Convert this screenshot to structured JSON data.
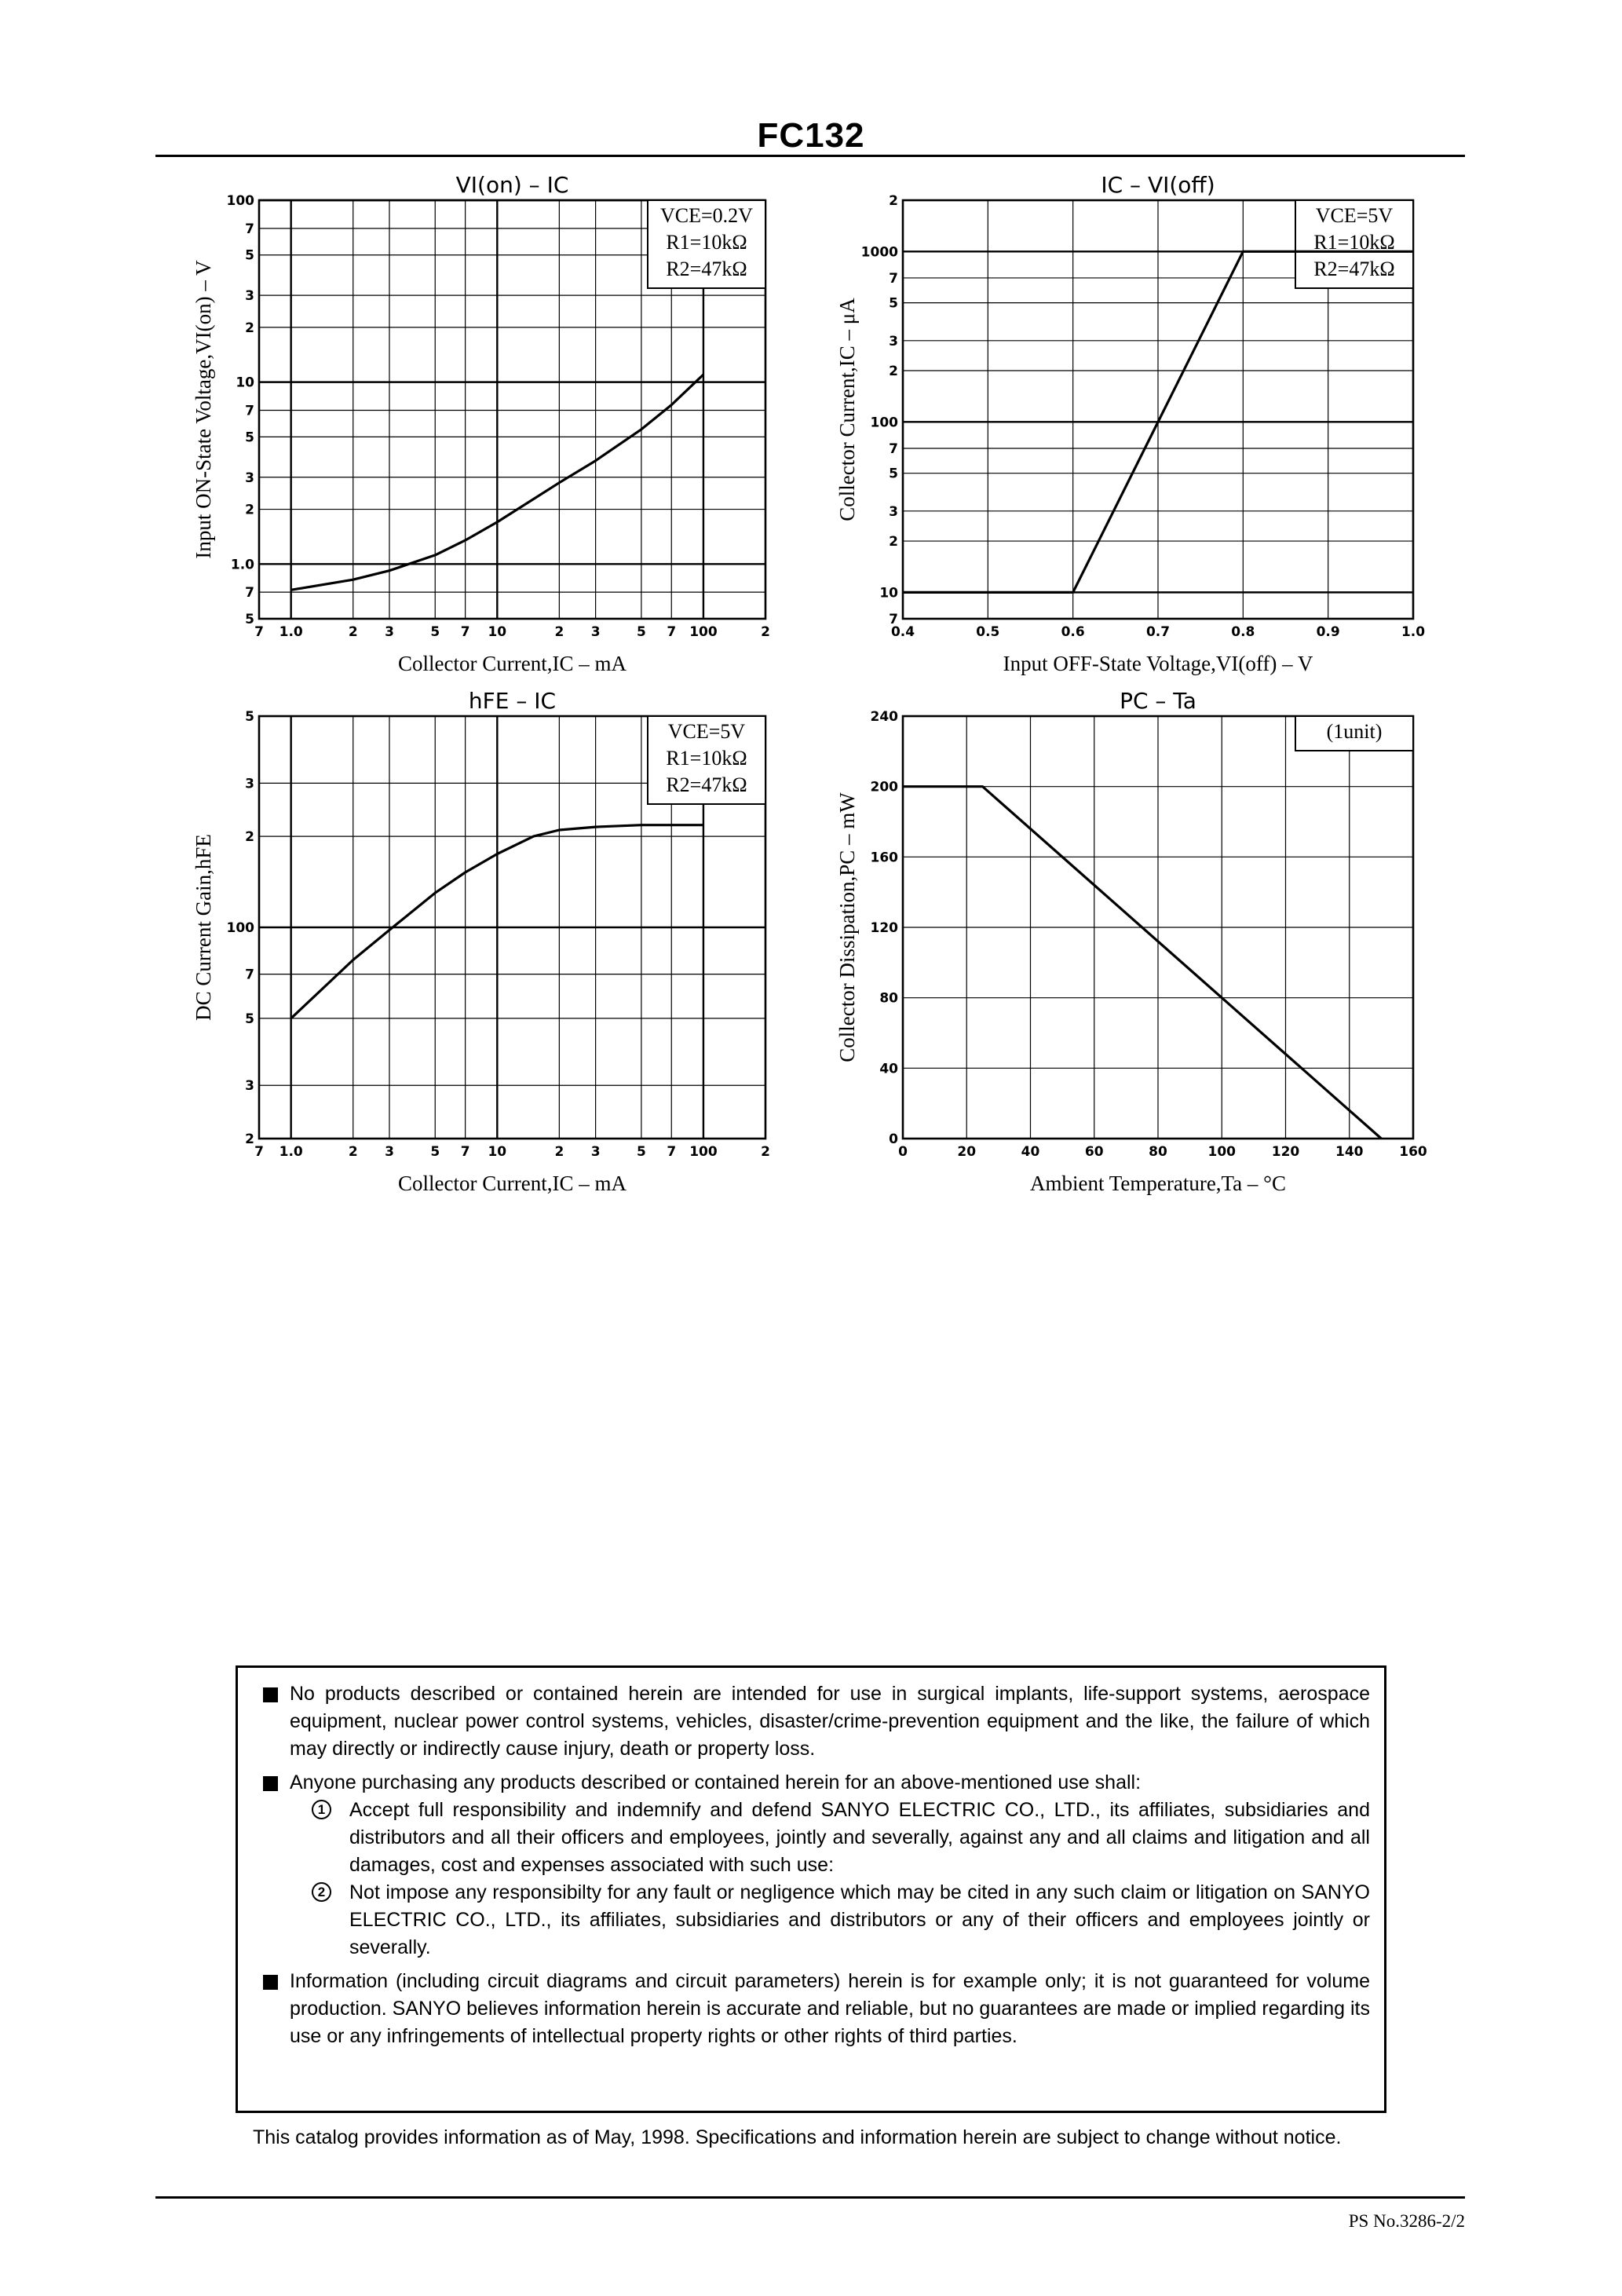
{
  "page": {
    "title": "FC132",
    "footer": "PS No.3286-2/2"
  },
  "chart_data": [
    {
      "id": "vin",
      "type": "line",
      "scale": "log-log",
      "title": "VI(on) – IC",
      "xlabel": "Collector Current,IC – mA",
      "ylabel": "Input ON-State Voltage,VI(on) – V",
      "xlim": [
        0.7,
        200
      ],
      "ylim": [
        0.5,
        100
      ],
      "x_ticks": [
        "7",
        "1.0",
        "2",
        "3",
        "5",
        "7",
        "10",
        "2",
        "3",
        "5",
        "7",
        "100",
        "2"
      ],
      "y_ticks": [
        "5",
        "7",
        "1.0",
        "2",
        "3",
        "5",
        "7",
        "10",
        "2",
        "3",
        "5",
        "7",
        "100"
      ],
      "conditions": [
        "VCE=0.2V",
        "R1=10kΩ",
        "R2=47kΩ"
      ],
      "series": [
        {
          "x": [
            1,
            2,
            3,
            5,
            7,
            10,
            20,
            30,
            50,
            70,
            100
          ],
          "y": [
            0.72,
            0.82,
            0.92,
            1.12,
            1.35,
            1.7,
            2.8,
            3.7,
            5.5,
            7.5,
            11
          ]
        }
      ]
    },
    {
      "id": "ic",
      "type": "line",
      "scale": "linear-log",
      "title": "IC – VI(off)",
      "xlabel": "Input OFF-State Voltage,VI(off) – V",
      "ylabel": "Collector Current,IC – μA",
      "xlim": [
        0.4,
        1.0
      ],
      "ylim": [
        7,
        2000
      ],
      "x_ticks": [
        "0.4",
        "0.5",
        "0.6",
        "0.7",
        "0.8",
        "0.9",
        "1.0"
      ],
      "y_ticks": [
        "7",
        "10",
        "2",
        "3",
        "5",
        "7",
        "100",
        "2",
        "3",
        "5",
        "7",
        "1000",
        "2"
      ],
      "conditions": [
        "VCE=5V",
        "R1=10kΩ",
        "R2=47kΩ"
      ],
      "series": [
        {
          "x": [
            0.4,
            0.6,
            0.7,
            0.8,
            1.0
          ],
          "y": [
            10,
            10,
            100,
            1000,
            1000
          ]
        }
      ]
    },
    {
      "id": "hfe",
      "type": "line",
      "scale": "log-log",
      "title": "hFE – IC",
      "xlabel": "Collector Current,IC – mA",
      "ylabel": "DC Current Gain,hFE",
      "xlim": [
        0.7,
        200
      ],
      "ylim": [
        20,
        500
      ],
      "x_ticks": [
        "7",
        "1.0",
        "2",
        "3",
        "5",
        "7",
        "10",
        "2",
        "3",
        "5",
        "7",
        "100",
        "2"
      ],
      "y_ticks": [
        "2",
        "3",
        "5",
        "7",
        "100",
        "2",
        "3",
        "5"
      ],
      "conditions": [
        "VCE=5V",
        "R1=10kΩ",
        "R2=47kΩ"
      ],
      "series": [
        {
          "x": [
            1,
            2,
            3,
            5,
            7,
            10,
            15,
            20,
            30,
            50,
            100
          ],
          "y": [
            50,
            78,
            98,
            130,
            152,
            175,
            200,
            210,
            215,
            218,
            218
          ]
        }
      ]
    },
    {
      "id": "pc",
      "type": "line",
      "scale": "linear-linear",
      "title": "PC – Ta",
      "xlabel": "Ambient Temperature,Ta – °C",
      "ylabel": "Collector Dissipation,PC – mW",
      "xlim": [
        0,
        160
      ],
      "ylim": [
        0,
        240
      ],
      "x_ticks": [
        "0",
        "20",
        "40",
        "60",
        "80",
        "100",
        "120",
        "140",
        "160"
      ],
      "y_ticks": [
        "0",
        "40",
        "80",
        "120",
        "160",
        "200",
        "240"
      ],
      "conditions": [
        "(1unit)"
      ],
      "series": [
        {
          "x": [
            0,
            25,
            150
          ],
          "y": [
            200,
            200,
            0
          ]
        }
      ]
    }
  ],
  "disclaimer": {
    "p1": "No products described or contained herein are intended for use in surgical implants, life-support systems, aerospace equipment, nuclear power control systems, vehicles, disaster/crime-prevention equipment and the like, the failure of which may directly or indirectly cause injury, death or property loss.",
    "p2": "Anyone purchasing any products described or contained herein for an above-mentioned use shall:",
    "p2a_num": "1",
    "p2a": "Accept full responsibility and indemnify and defend SANYO ELECTRIC CO., LTD., its affiliates, subsidiaries and distributors and all their officers and employees, jointly and severally, against any and all claims and litigation and all damages, cost and expenses associated with such use:",
    "p2b_num": "2",
    "p2b": "Not impose any responsibilty for any fault or negligence which may be cited in any such claim or litigation on SANYO ELECTRIC CO., LTD., its affiliates, subsidiaries and distributors or any of their officers and employees jointly or severally.",
    "p3": "Information (including circuit diagrams and circuit parameters) herein is for example only; it is not guaranteed for volume production. SANYO believes information herein is accurate and reliable, but no guarantees are made or implied regarding its use or any infringements of intellectual property rights or other rights of third parties."
  },
  "notice": "This catalog provides information as of May, 1998. Specifications and information herein are subject to change without notice."
}
